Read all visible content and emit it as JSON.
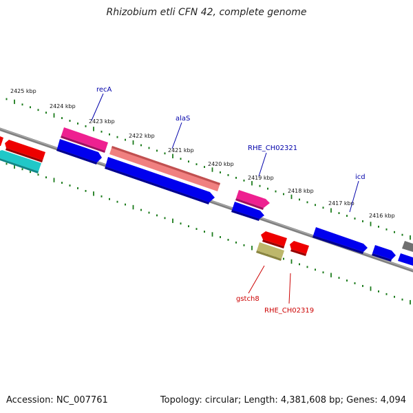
{
  "title": "Rhizobium etli CFN 42, complete genome",
  "footer": {
    "accession": "Accession: NC_007761",
    "summary": "Topology: circular; Length: 4,381,608 bp; Genes: 4,094"
  },
  "colors": {
    "backbone": "#808080",
    "tick_green": "#1a7a1a",
    "label_blue": "#0000aa",
    "label_red": "#cc0000",
    "gene_blue": "#0000ee",
    "gene_red": "#ee0000",
    "gene_magenta": "#ee2090",
    "gene_salmon": "#f08080",
    "gene_cyan": "#20c8c8",
    "gene_olive": "#bdb76b",
    "gene_gray": "#707070"
  },
  "kbp_labels": [
    "2425 kbp",
    "2424 kbp",
    "2423 kbp",
    "2422 kbp",
    "2421 kbp",
    "2420 kbp",
    "2419 kbp",
    "2418 kbp",
    "2417 kbp",
    "2416 kbp"
  ],
  "gene_labels": [
    {
      "name": "recA",
      "color": "label_blue"
    },
    {
      "name": "alaS",
      "color": "label_blue"
    },
    {
      "name": "RHE_CH02321",
      "color": "label_blue"
    },
    {
      "name": "icd",
      "color": "label_blue"
    },
    {
      "name": "gstch8",
      "color": "label_red"
    },
    {
      "name": "RHE_CH02319",
      "color": "label_red"
    }
  ]
}
